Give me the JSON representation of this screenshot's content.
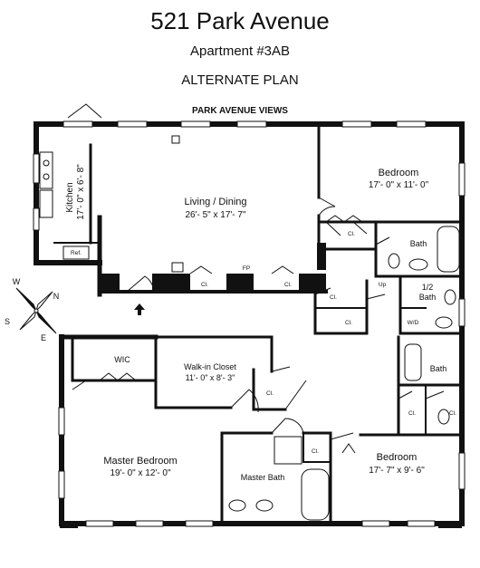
{
  "header": {
    "address": "521 Park Avenue",
    "apartment": "Apartment #3AB",
    "plan_type": "ALTERNATE PLAN",
    "views": "PARK AVENUE VIEWS"
  },
  "rooms": {
    "kitchen": {
      "name": "Kitchen",
      "dims": "17'- 0\" x 6'- 8\""
    },
    "living": {
      "name": "Living / Dining",
      "dims": "26'- 5\" x 17'- 7\""
    },
    "bedroom1": {
      "name": "Bedroom",
      "dims": "17'- 0\" x 11'- 0\""
    },
    "bath1": {
      "name": "Bath"
    },
    "half_bath": {
      "name": "1/2",
      "name2": "Bath"
    },
    "bath2": {
      "name": "Bath"
    },
    "wic": {
      "name": "WIC"
    },
    "walkin": {
      "name": "Walk-in Closet",
      "dims": "11'- 0\" x 8'- 3\""
    },
    "master_bedroom": {
      "name": "Master Bedroom",
      "dims": "19'- 0\" x 12'- 0\""
    },
    "master_bath": {
      "name": "Master Bath"
    },
    "bedroom2": {
      "name": "Bedroom",
      "dims": "17'- 7\" x 9'- 6\""
    }
  },
  "small_labels": {
    "closet": "Cl.",
    "ref": "Ref.",
    "fireplace": "FP",
    "up": "Up",
    "washer_dryer": "W/D"
  },
  "compass": {
    "n": "N",
    "e": "E",
    "s": "S",
    "w": "W"
  }
}
